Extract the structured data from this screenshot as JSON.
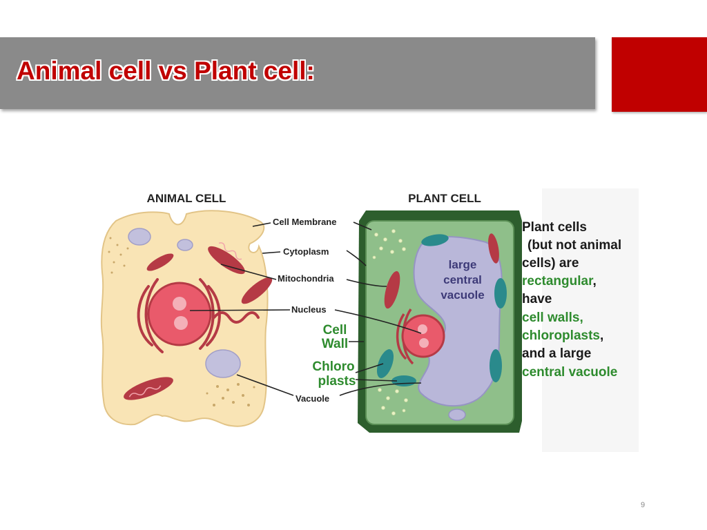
{
  "slide": {
    "title": "Animal cell vs Plant cell:",
    "page_number": "9"
  },
  "diagram": {
    "animal_heading": "ANIMAL CELL",
    "plant_heading": "PLANT CELL",
    "labels": {
      "cell_membrane": "Cell Membrane",
      "cytoplasm": "Cytoplasm",
      "mitochondria": "Mitochondria",
      "nucleus": "Nucleus",
      "cell_wall_1": "Cell",
      "cell_wall_2": "Wall",
      "chloroplasts_1": "Chloro",
      "chloroplasts_2": "plasts",
      "vacuole": "Vacuole",
      "large_central_vacuole_1": "large",
      "large_central_vacuole_2": "central",
      "large_central_vacuole_3": "vacuole"
    },
    "caption": {
      "line1": "Plant cells",
      "line2": "(but not animal",
      "line3": "cells) are",
      "line4": "rectangular",
      "line4_suffix": ",",
      "line5": "have",
      "line6": "cell walls,",
      "line7": "chloroplasts",
      "line7_suffix": ",",
      "line8": "and a large",
      "line9": "central vacuole"
    },
    "colors": {
      "accent_red": "#c00000",
      "label_green": "#2e8b2e",
      "animal_cytoplasm": "#f9e4b5",
      "plant_wall": "#2d5e2d",
      "plant_cytoplasm": "#8fbf8a",
      "vacuole": "#b9b7d9",
      "nucleus": "#e95a6b",
      "mitochondria": "#b53a45",
      "chloroplast": "#2a8a8c"
    }
  }
}
